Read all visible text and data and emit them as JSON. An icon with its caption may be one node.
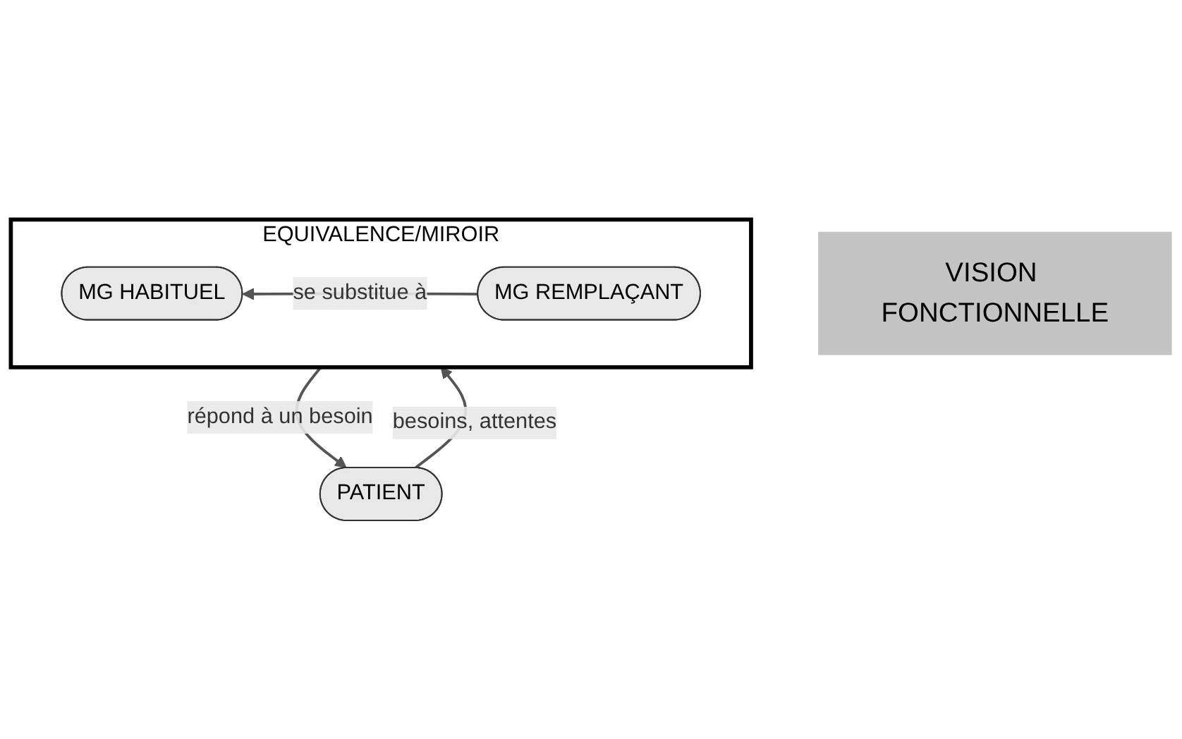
{
  "diagram": {
    "nodes": [
      {
        "text": [
          "EQUIVALENCE/MIROIR"
        ]
      },
      {
        "text": [
          "MG HABITUEL"
        ],
        "in": 0
      },
      {
        "text": [
          "MG REMPLAÇANT"
        ],
        "in": 0
      },
      {
        "text": [
          "VISION FONCTIONNELLE"
        ]
      },
      {
        "text": [
          "PATIENT"
        ]
      }
    ],
    "edges": [
      {
        "from": 2,
        "to": 1,
        "arrow": "to",
        "label": "se substitue à"
      },
      {
        "from": 0,
        "to": 4,
        "arrow": "to",
        "label": "répond à un besoin"
      },
      {
        "from": 4,
        "to": 0,
        "arrow": "to",
        "label": "besoins, attentes"
      }
    ]
  }
}
